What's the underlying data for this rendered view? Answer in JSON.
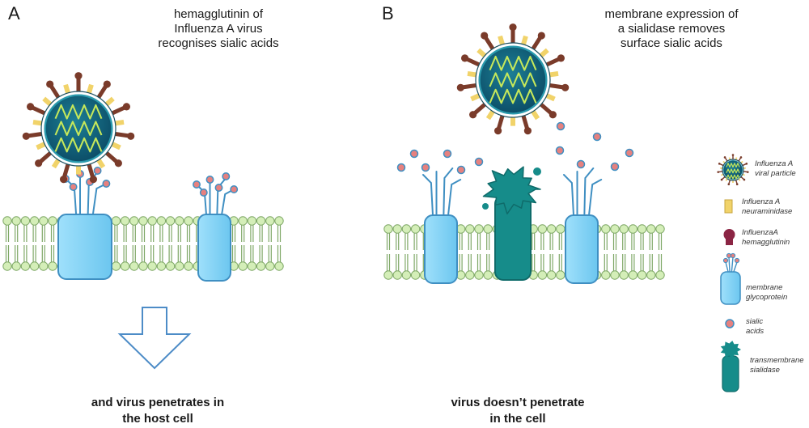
{
  "panel_a": {
    "letter": "A",
    "caption_lines": [
      "hemagglutinin of",
      "Influenza A virus",
      "recognises sialic acids"
    ],
    "bottom_lines": [
      "and virus penetrates in",
      "the host cell"
    ]
  },
  "panel_b": {
    "letter": "B",
    "caption_lines": [
      "membrane expression of",
      "a sialidase removes",
      "surface sialic acids"
    ],
    "bottom_lines": [
      "virus doesn’t penetrate",
      "in the cell"
    ]
  },
  "legend": {
    "viral_particle": [
      "Influenza A",
      "viral particle"
    ],
    "neuraminidase": [
      "Influenza A",
      "neuraminidase"
    ],
    "hemagglutinin": [
      "InfluenzaA",
      "hemagglutinin"
    ],
    "glycoprotein": [
      "membrane",
      "glycoprotein"
    ],
    "sialic_acids": [
      "sialic",
      "acids"
    ],
    "sialidase": [
      "transmembrane",
      "sialidase"
    ]
  },
  "colors": {
    "virus_core": "#0f5f7a",
    "virus_ring": "#2a9aad",
    "rna": "#c6e85a",
    "neuraminidase": "#f1d36a",
    "hemagglutinin": "#7a3b2a",
    "glycoprotein": "#7ed2f5",
    "glycoprotein_stroke": "#3f8fc2",
    "sialic_acid": "#e6817f",
    "sialidase": "#168c8a",
    "lipid_head": "#d4eeb8",
    "lipid_stroke": "#7fa867",
    "arrow": "#4d8cc7"
  }
}
